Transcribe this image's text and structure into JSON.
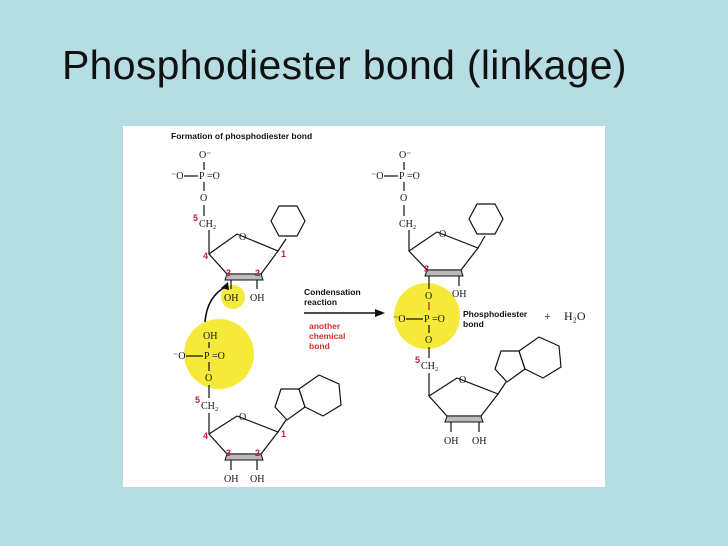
{
  "slide": {
    "title": "Phosphodiester bond (linkage)"
  },
  "figure": {
    "caption": "Formation of phosphodiester bond",
    "reaction_label": [
      "Condensation",
      "reaction"
    ],
    "red_label": [
      "another",
      "chemical",
      "bond"
    ],
    "bond_label": [
      "Phosphodiester",
      "bond"
    ],
    "plus": "+",
    "water": "H₂O",
    "atoms": {
      "o_minus": "O⁻",
      "minus_o": "⁻O",
      "p": "P",
      "o": "O",
      "eq_o": "=O",
      "ch2": "CH₂",
      "oh": "OH",
      "num5": "5",
      "num4": "4",
      "num3": "3",
      "num2": "2",
      "num1": "1"
    },
    "colors": {
      "highlight": "#f5ea3a",
      "numbers": "#c2185b",
      "red_text": "#d32f2f",
      "background": "#b5dde3"
    }
  }
}
